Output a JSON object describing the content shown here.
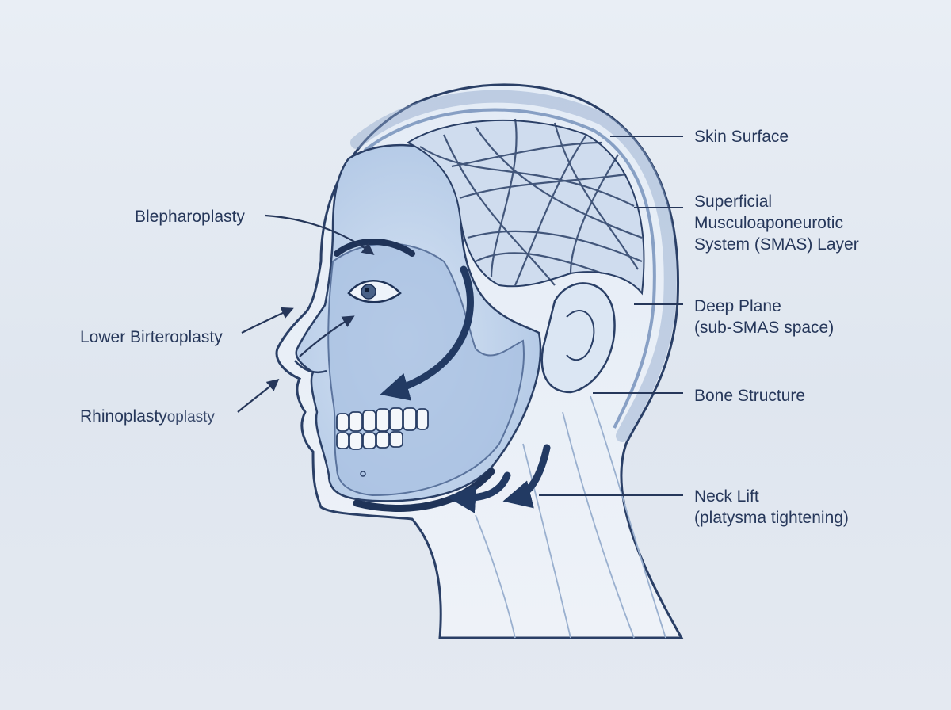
{
  "labels": {
    "blepharoplasty": "Blepharoplasty",
    "lower_birteroplasty": "Lower Birteroplasty",
    "rhinoplasty": "Rhinoplasty",
    "rhinoplasty_suffix": "oplasty",
    "skin_surface": "Skin Surface",
    "smas_line1": "Superficial",
    "smas_line2": "Musculoaponeurotic",
    "smas_line3": "System (SMAS) Layer",
    "deep_plane_line1": "Deep Plane",
    "deep_plane_line2": "(sub-SMAS space)",
    "bone_structure": "Bone Structure",
    "neck_lift_line1": "Neck Lift",
    "neck_lift_line2": "(platysma tightening)"
  },
  "colors": {
    "background": "#e6ecf3",
    "outline": "#2a3f66",
    "skin_fill": "#eef3f9",
    "face_fill": "#c9d9ee",
    "bone_fill": "#aac3e3",
    "text": "#26375a"
  }
}
